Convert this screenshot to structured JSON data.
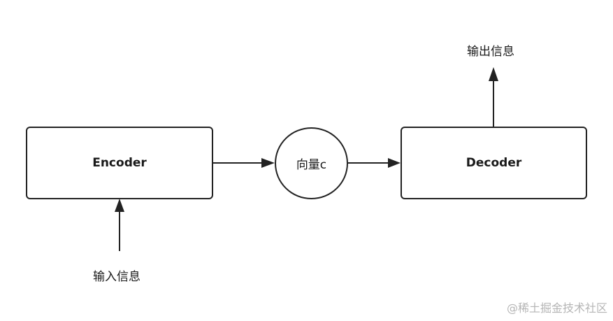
{
  "nodes": {
    "encoder": {
      "label": "Encoder"
    },
    "vector": {
      "label": "向量c"
    },
    "decoder": {
      "label": "Decoder"
    }
  },
  "labels": {
    "input": "输入信息",
    "output": "输出信息"
  },
  "watermark": "@稀土掘金技术社区",
  "colors": {
    "stroke": "#222222",
    "text": "#1a1a1a",
    "watermark": "#b5b5b5"
  }
}
